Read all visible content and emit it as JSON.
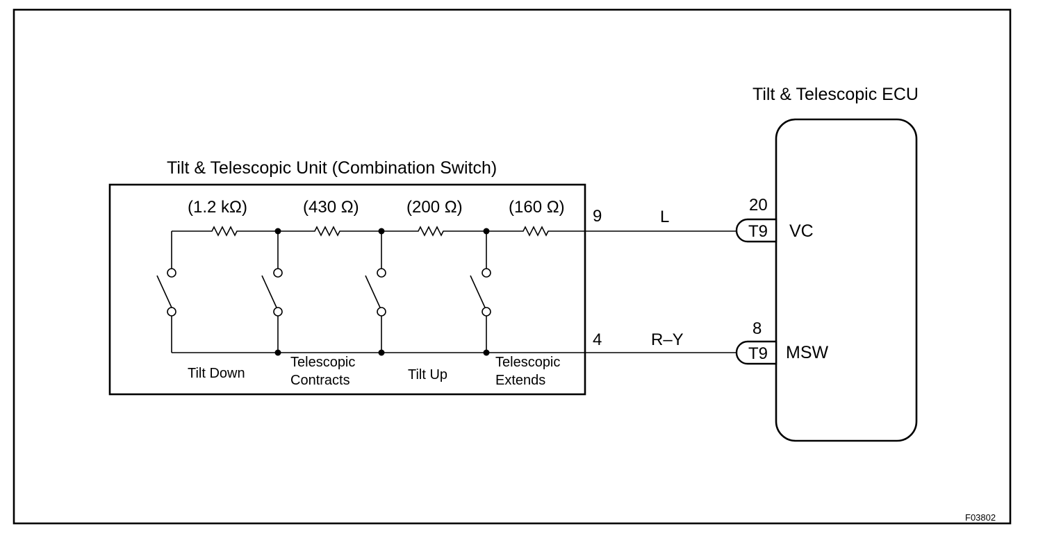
{
  "unit": {
    "title": "Tilt & Telescopic Unit (Combination Switch)",
    "resistors": [
      "(1.2 kΩ)",
      "(430 Ω)",
      "(200 Ω)",
      "(160 Ω)"
    ],
    "switches": [
      {
        "line1": "Tilt Down",
        "line2": ""
      },
      {
        "line1": "Telescopic",
        "line2": "Contracts"
      },
      {
        "line1": "Tilt Up",
        "line2": ""
      },
      {
        "line1": "Telescopic",
        "line2": "Extends"
      }
    ],
    "pins": {
      "top": "9",
      "bottom": "4"
    }
  },
  "wires": {
    "top": "L",
    "bottom": "R–Y"
  },
  "connectors": {
    "top": {
      "pin": "20",
      "name": "T9"
    },
    "bottom": {
      "pin": "8",
      "name": "T9"
    }
  },
  "ecu": {
    "title": "Tilt & Telescopic ECU",
    "terminals": {
      "top": "VC",
      "bottom": "MSW"
    }
  },
  "figure_id": "F03802"
}
